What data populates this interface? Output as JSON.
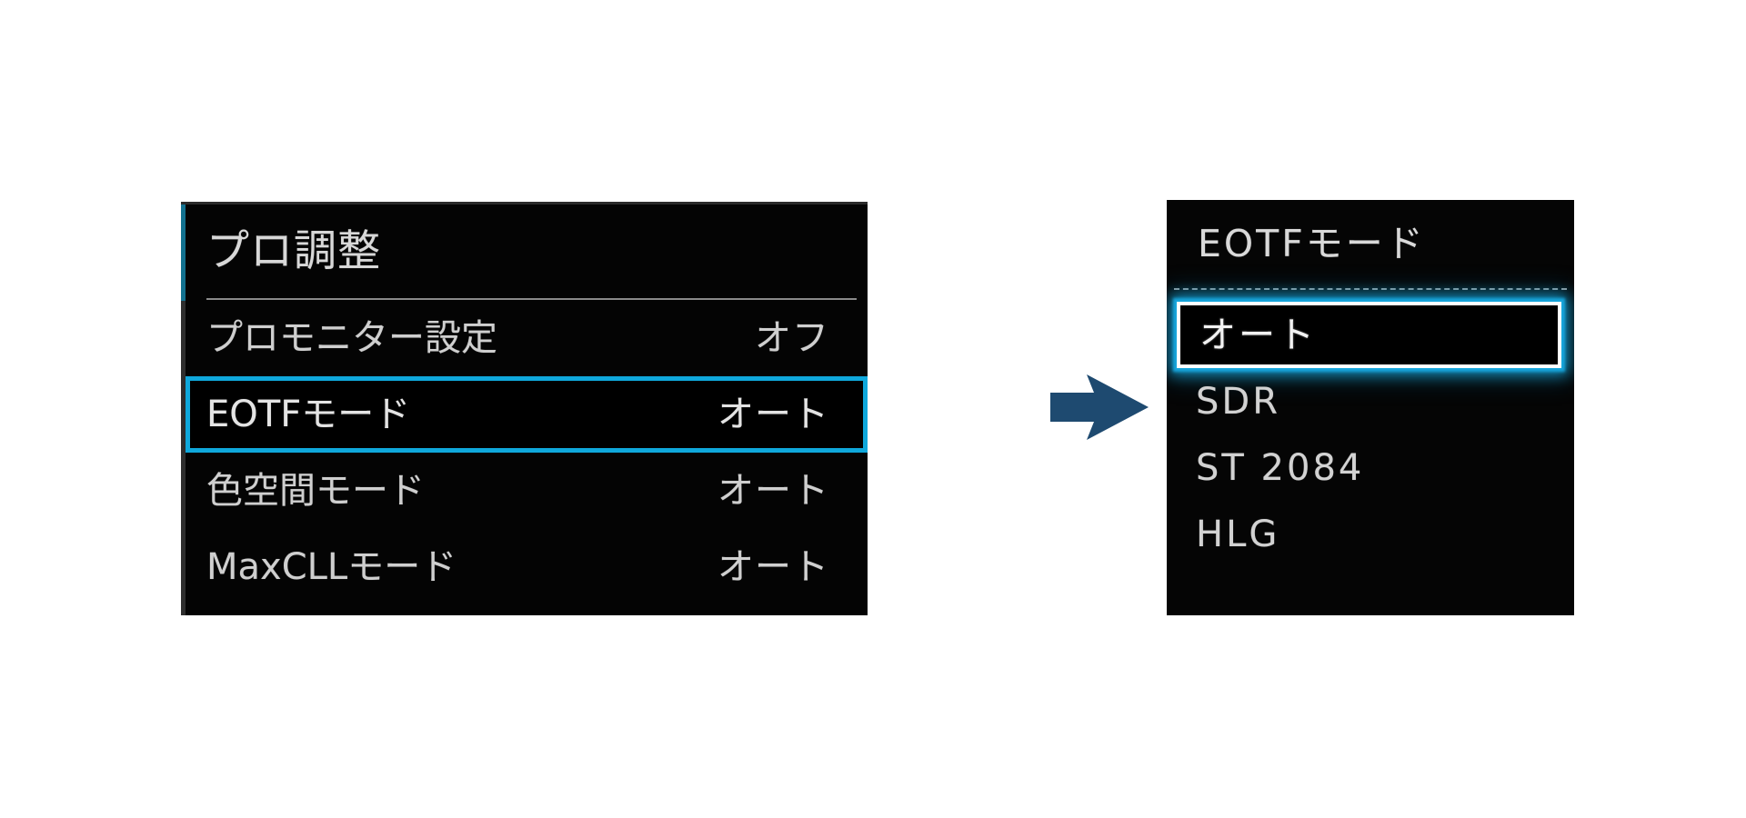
{
  "left_panel": {
    "title": "プロ調整",
    "accent_color": "#12718f",
    "highlight_color": "#0fa8dc",
    "rows": [
      {
        "label": "プロモニター設定",
        "value": "オフ",
        "selected": false
      },
      {
        "label": "EOTFモード",
        "value": "オート",
        "selected": true
      },
      {
        "label": "色空間モード",
        "value": "オート",
        "selected": false
      },
      {
        "label": "MaxCLLモード",
        "value": "オート",
        "selected": false
      }
    ]
  },
  "arrow": {
    "icon": "arrow-right-icon",
    "color": "#1e4a70"
  },
  "right_panel": {
    "title": "EOTFモード",
    "highlight_color": "#17a6dc",
    "selection_border_color": "#ffffff",
    "options": [
      {
        "label": "オート",
        "selected": true
      },
      {
        "label": "SDR",
        "selected": false
      },
      {
        "label": "ST 2084",
        "selected": false
      },
      {
        "label": "HLG",
        "selected": false
      }
    ]
  }
}
